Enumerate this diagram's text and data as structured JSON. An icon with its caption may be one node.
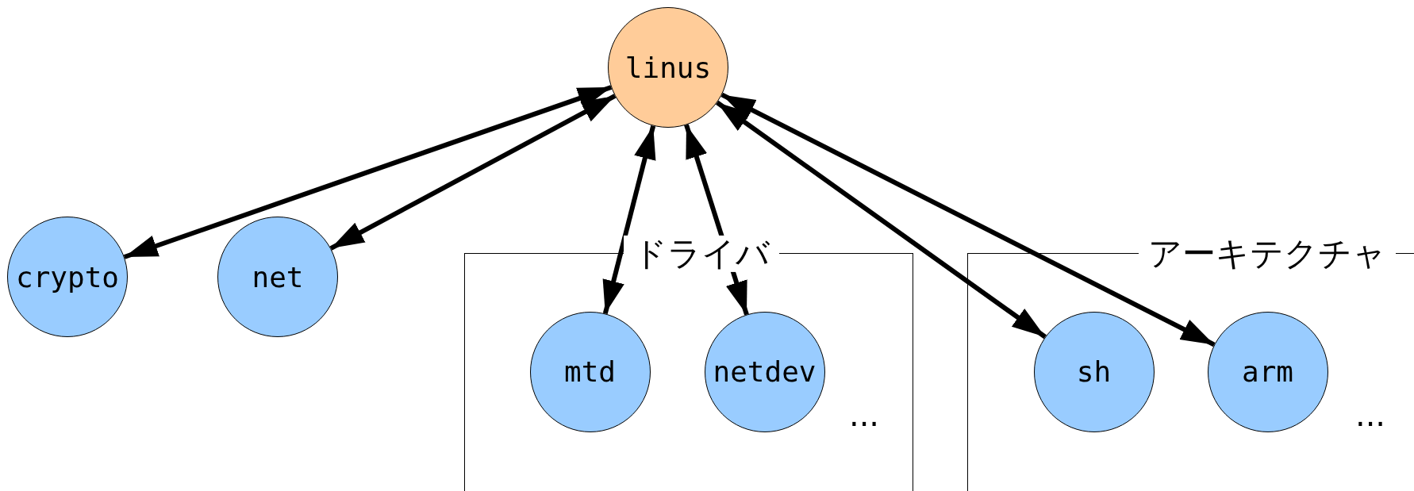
{
  "diagram": {
    "nodes": [
      {
        "text": [
          "linus"
        ]
      },
      {
        "text": [
          "crypto"
        ]
      },
      {
        "text": [
          "net"
        ]
      },
      {
        "text": [
          "ドライバ"
        ]
      },
      {
        "text": [
          "mtd"
        ],
        "in": 3
      },
      {
        "text": [
          "netdev"
        ],
        "in": 3
      },
      {
        "text": [
          "アーキテクチャ"
        ]
      },
      {
        "text": [
          "sh"
        ],
        "in": 6
      },
      {
        "text": [
          "arm"
        ],
        "in": 6
      }
    ],
    "edges": [
      {
        "from": 0,
        "to": 1,
        "arrow": "both"
      },
      {
        "from": 0,
        "to": 2,
        "arrow": "both"
      },
      {
        "from": 0,
        "to": 4,
        "arrow": "both"
      },
      {
        "from": 0,
        "to": 5,
        "arrow": "both"
      },
      {
        "from": 0,
        "to": 7,
        "arrow": "both"
      },
      {
        "from": 0,
        "to": 8,
        "arrow": "both"
      }
    ],
    "labels": [
      "...",
      "..."
    ]
  }
}
